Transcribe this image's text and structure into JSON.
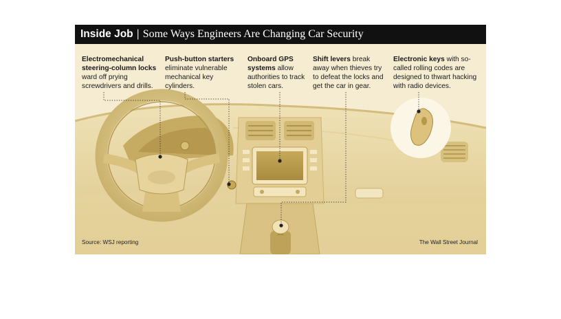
{
  "header": {
    "lead": "Inside Job",
    "separator": "|",
    "subtitle": "Some Ways Engineers Are Changing Car Security"
  },
  "callouts": [
    {
      "bold": "Electromechanical steering-column locks",
      "rest": " ward off prying screwdrivers and drills."
    },
    {
      "bold": "Push-button starters",
      "rest": " eliminate vulnerable mechanical key cylinders."
    },
    {
      "bold": "Onboard GPS systems",
      "rest": " allow authorities to track stolen cars."
    },
    {
      "bold": "Shift levers",
      "rest": " break away when thieves try to defeat the locks and get the car in gear."
    },
    {
      "bold": "Electronic keys",
      "rest": " with so-called rolling codes are designed to thwart hacking with radio devices."
    }
  ],
  "footer": {
    "source": "Source: WSJ reporting",
    "credit": "The Wall Street Journal"
  },
  "colors": {
    "background": "#f5ecd2",
    "dash": "#e8d7a7",
    "accent": "#c9b26a",
    "header": "#111111"
  }
}
